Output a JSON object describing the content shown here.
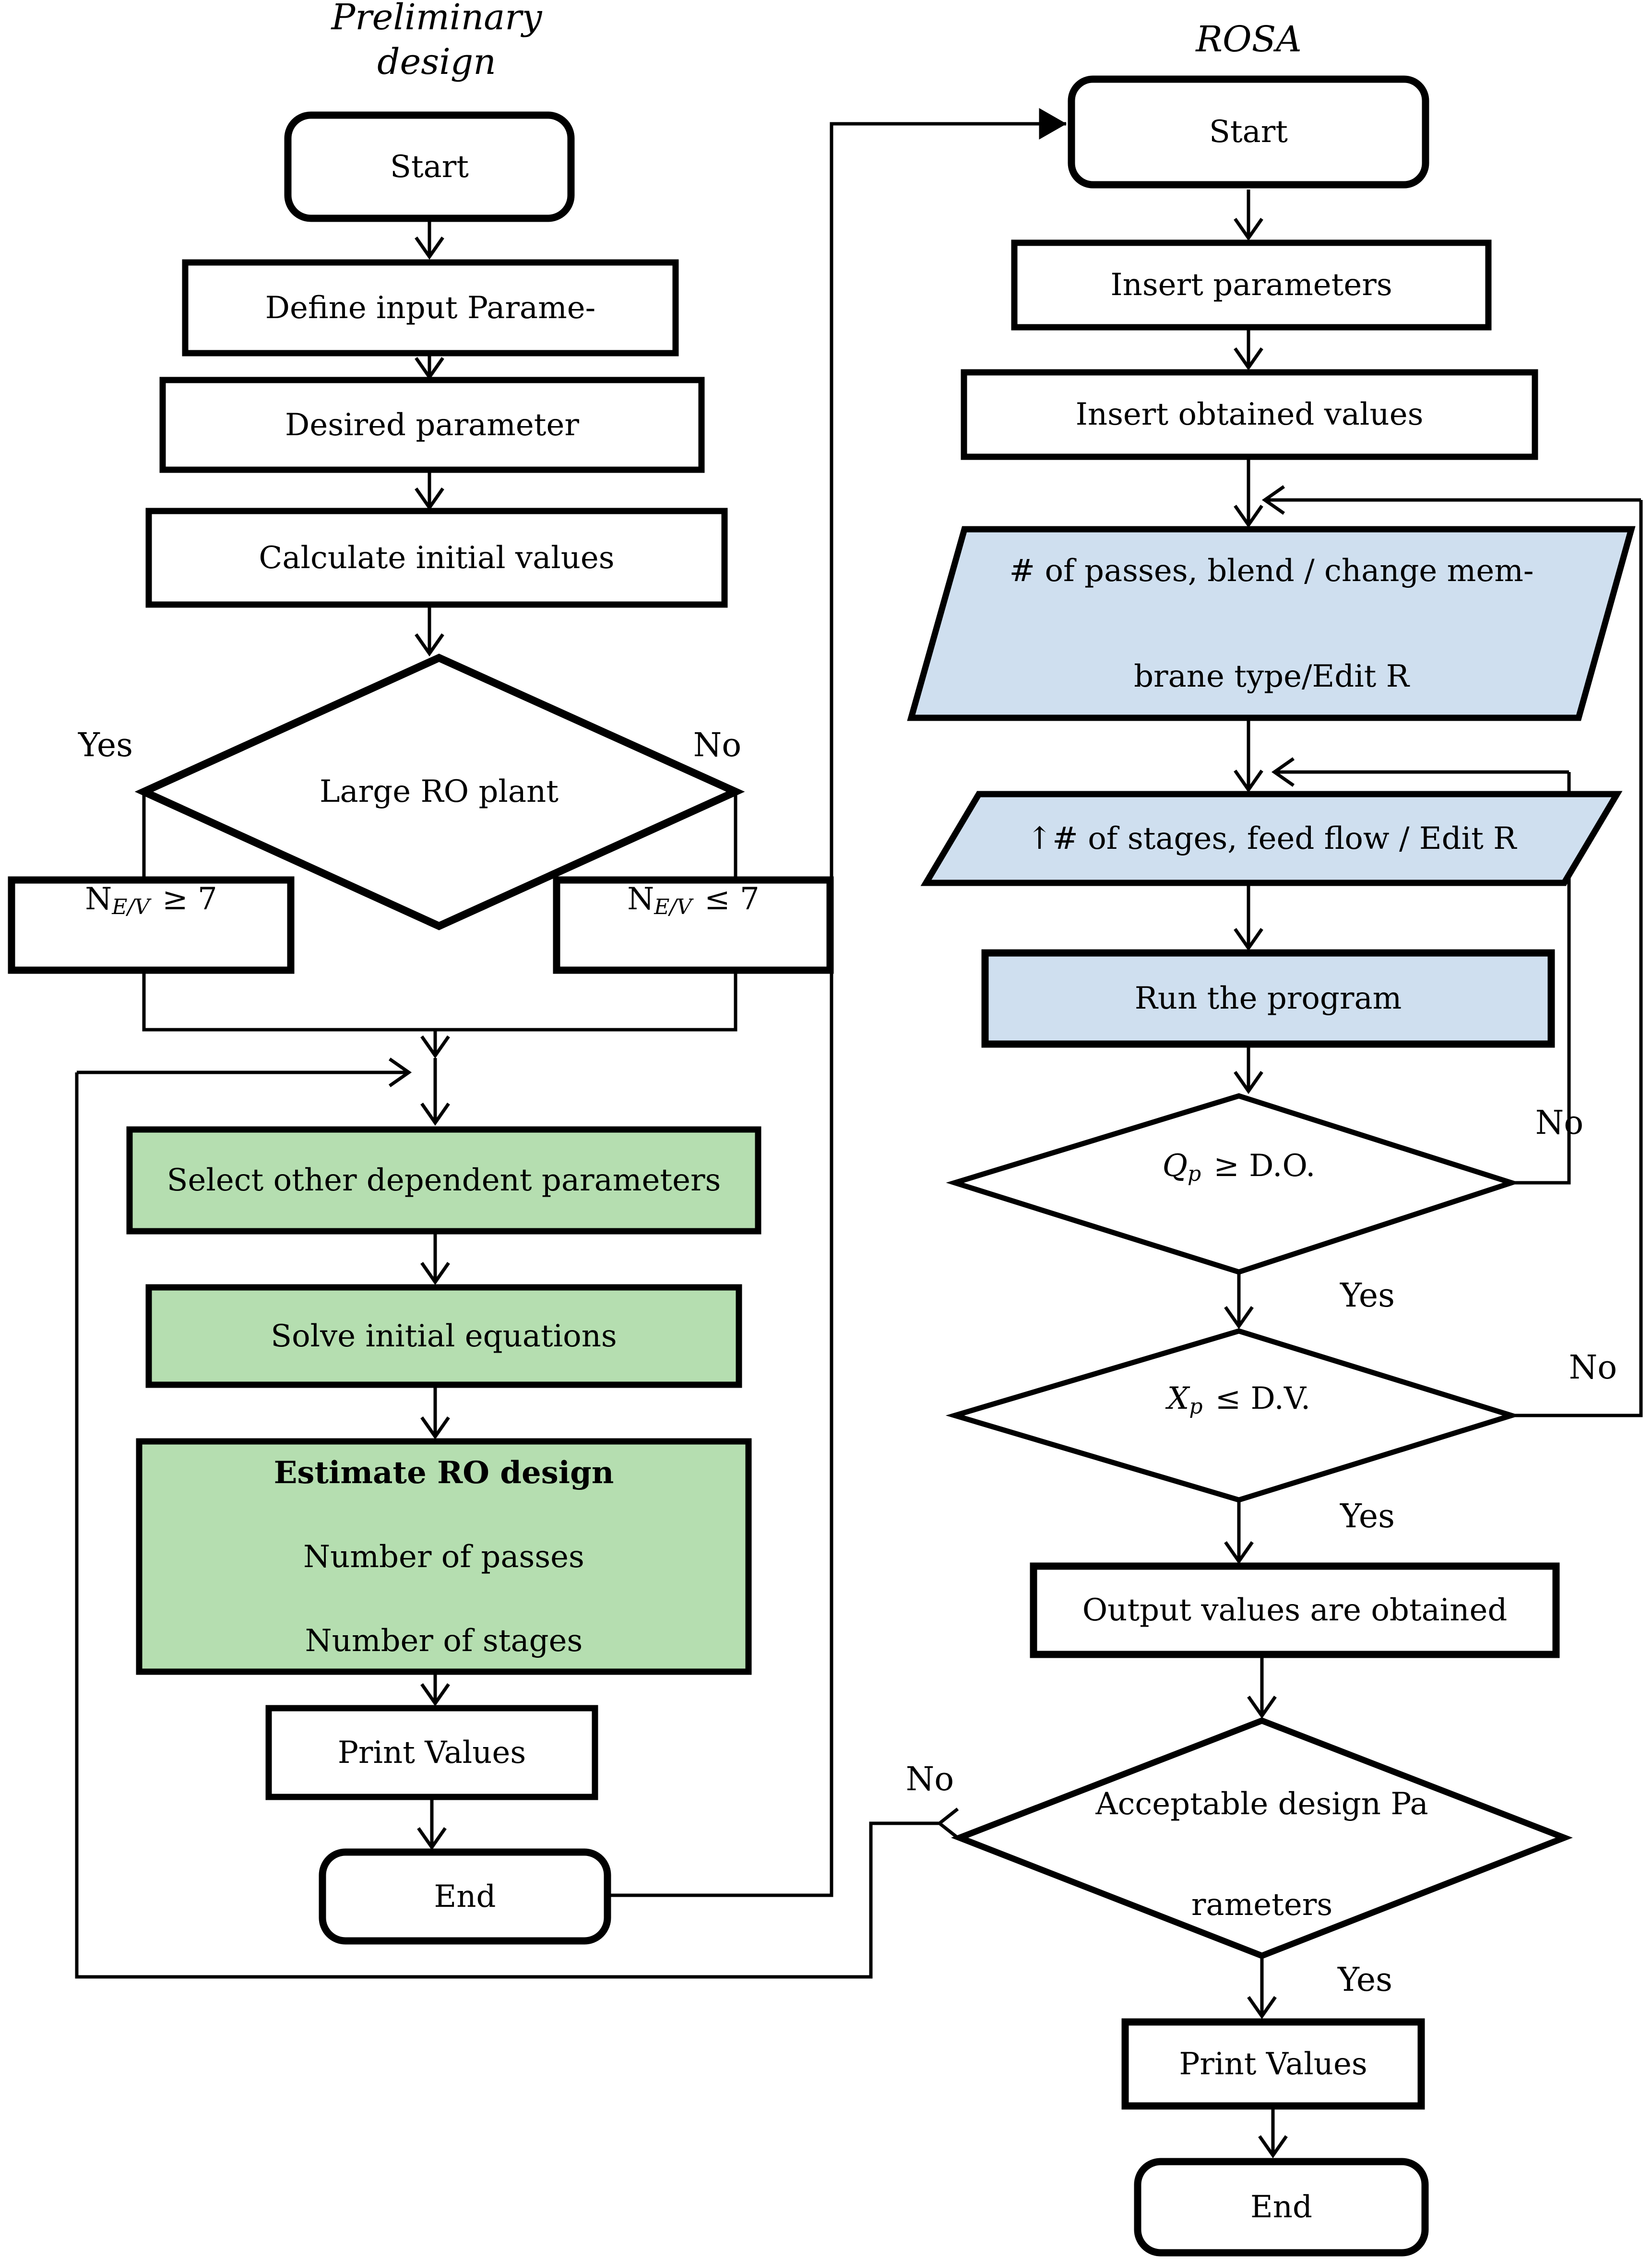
{
  "colors": {
    "green": "#b5deb0",
    "blue": "#cfdfef",
    "line": "#000000",
    "white": "#ffffff"
  },
  "titles": {
    "left": "Preliminary design",
    "right": "ROSA"
  },
  "labels": {
    "yes": "Yes",
    "no": "No"
  },
  "left_flow": {
    "start": "Start",
    "define": "Define input Parame-",
    "desired": "Desired parameter",
    "calculate": "Calculate initial values",
    "diamond_large_plant": "Large RO plant",
    "n_left": {
      "base": "N",
      "sub": "E/V",
      "cond": "≥ 7"
    },
    "n_right": {
      "base": "N",
      "sub": "E/V",
      "cond": "≤ 7"
    },
    "green1": "Select other dependent parameters",
    "green2": "Solve initial equations",
    "green3": {
      "line1": "Estimate RO design",
      "line2": "Number of passes",
      "line3": "Number of stages"
    },
    "print": "Print Values",
    "end": "End"
  },
  "right_flow": {
    "start": "Start",
    "insert_params": "Insert parameters",
    "insert_obtained": "Insert obtained values",
    "para1": {
      "line1": "# of passes, blend / change mem-",
      "line2": "brane type/Edit R"
    },
    "para2": "↑# of stages, feed flow / Edit R",
    "run": "Run the program",
    "qp": {
      "base": "Q",
      "sub": "p",
      "cond": "≥ D.O."
    },
    "xp": {
      "base": "X",
      "sub": "p",
      "cond": "≤ D.V."
    },
    "output": "Output values are obtained",
    "accept": {
      "line1": "Acceptable design Pa",
      "line2": "rameters"
    },
    "print": "Print Values",
    "end": "End"
  }
}
